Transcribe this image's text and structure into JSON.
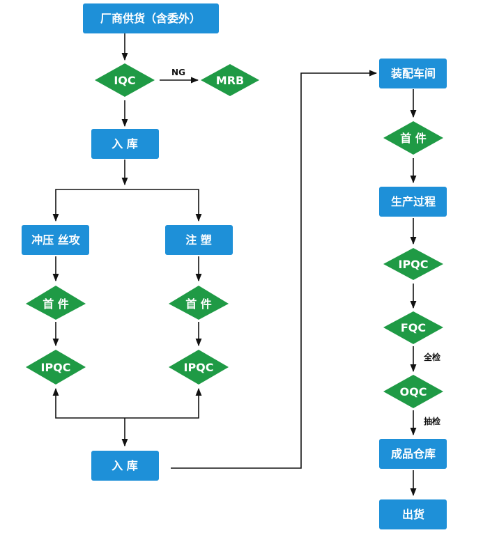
{
  "colors": {
    "box": "#1E90D8",
    "diamond": "#1F9A45",
    "line": "#111111",
    "text_on_shape": "#FFFFFF"
  },
  "nodes": {
    "supplier": "厂商供货（含委外）",
    "iqc": "IQC",
    "mrb": "MRB",
    "warehouse_in_1": "入 库",
    "stamping": "冲压 丝攻",
    "injection": "注 塑",
    "first_article_left": "首 件",
    "first_article_mid": "首 件",
    "ipqc_left": "IPQC",
    "ipqc_mid": "IPQC",
    "warehouse_in_2": "入 库",
    "assembly": "装配车间",
    "first_article_right": "首 件",
    "production": "生产过程",
    "ipqc_right": "IPQC",
    "fqc": "FQC",
    "oqc": "OQC",
    "finished_warehouse": "成品仓库",
    "shipment": "出货"
  },
  "edge_labels": {
    "ng": "NG",
    "full_inspection": "全检",
    "sampling_inspection": "抽检"
  }
}
